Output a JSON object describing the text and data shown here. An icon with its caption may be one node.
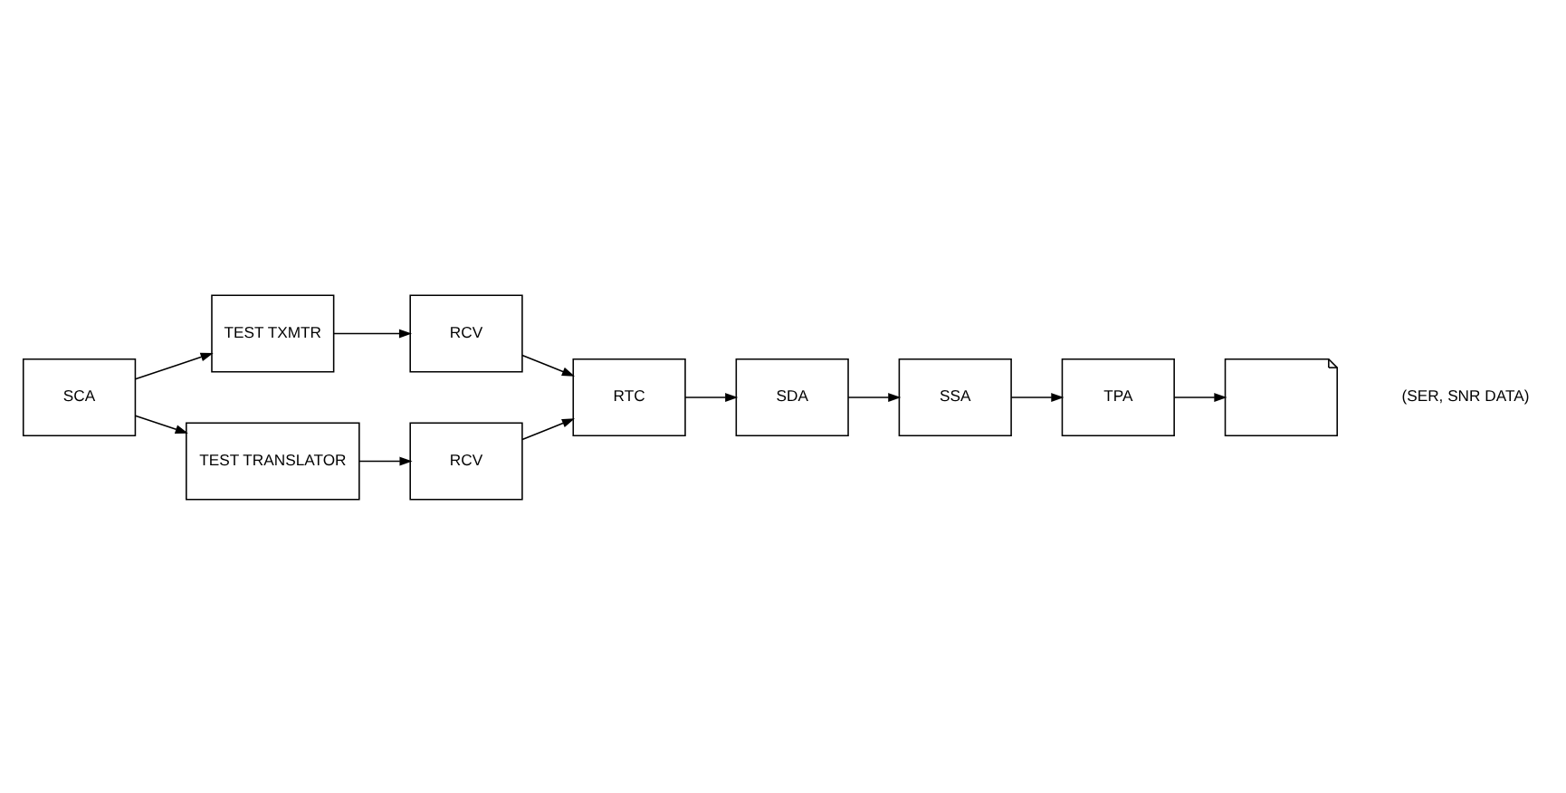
{
  "diagram": {
    "nodes": [
      {
        "text": [
          "SCA"
        ]
      },
      {
        "text": [
          "TEST TXMTR"
        ]
      },
      {
        "text": [
          "RCV"
        ]
      },
      {
        "text": [
          "TEST TRANSLATOR"
        ]
      },
      {
        "text": [
          "RCV"
        ]
      },
      {
        "text": [
          "RTC"
        ]
      },
      {
        "text": [
          "SDA"
        ]
      },
      {
        "text": [
          "SSA"
        ]
      },
      {
        "text": [
          "TPA"
        ]
      },
      {
        "text": [],
        "shape": "document",
        "beside": [
          "(SER, SNR DATA)"
        ]
      }
    ],
    "edges": [
      {
        "from": 0,
        "to": 1,
        "arrow": "to"
      },
      {
        "from": 0,
        "to": 3,
        "arrow": "to"
      },
      {
        "from": 1,
        "to": 2,
        "arrow": "to"
      },
      {
        "from": 3,
        "to": 4,
        "arrow": "to"
      },
      {
        "from": 2,
        "to": 5,
        "arrow": "to"
      },
      {
        "from": 4,
        "to": 5,
        "arrow": "to"
      },
      {
        "from": 5,
        "to": 6,
        "arrow": "to"
      },
      {
        "from": 6,
        "to": 7,
        "arrow": "to"
      },
      {
        "from": 7,
        "to": 8,
        "arrow": "to"
      },
      {
        "from": 8,
        "to": 9,
        "arrow": "to"
      }
    ]
  }
}
